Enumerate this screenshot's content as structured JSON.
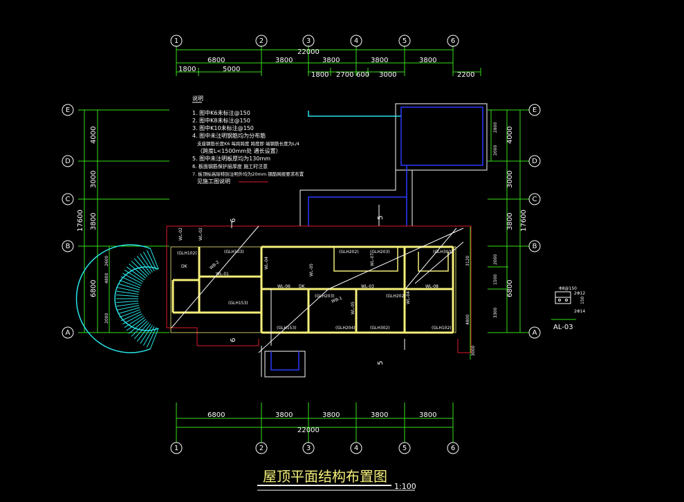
{
  "title": "屋顶平面结构布置图",
  "scale": "1:100",
  "axes": {
    "columns": [
      "1",
      "2",
      "3",
      "4",
      "5",
      "6"
    ],
    "rows": [
      "E",
      "D",
      "C",
      "B",
      "A"
    ]
  },
  "dims": {
    "top_total": "22000",
    "bottom_total": "22000",
    "bays": [
      "6800",
      "3800",
      "3800",
      "3800",
      "3800"
    ],
    "top_sub": [
      "1800",
      "5000",
      "1800",
      "2700",
      "600",
      "3000",
      "2200"
    ],
    "left_total": "17600",
    "left_rows": [
      "4000",
      "3000",
      "3800",
      "6800"
    ],
    "left_sub": [
      "2600",
      "4800",
      "2000"
    ],
    "right_total": "17600",
    "right_rows": [
      "4000",
      "3000",
      "3800",
      "6800"
    ],
    "right_sub": [
      "2000",
      "1500",
      "3300"
    ],
    "right_top": [
      "2800",
      "2000"
    ],
    "right_mid": "3120",
    "right_low": [
      "4800",
      "3000"
    ]
  },
  "notes": {
    "heading": "说明",
    "lines": [
      "1. 图中K6未标注@150",
      "2. 图中K8未标注@150",
      "3. 图中K10未标注@150",
      "4. 图中未注明钢筋均为分布筋",
      "支座钢筋长度K6 每跨跨度 跨度即 端钢筋长度为L/4",
      "（跨度L<1500mm处 通长设置）",
      "5. 图中未注明板厚均为130mm",
      "6. 板面钢筋保护层厚度 施工时注意",
      "7. 板顶标高除特别注明外均为20mm 钢筋网按要求布置",
      "见施工图说明"
    ]
  },
  "labels": {
    "dk1": "DK",
    "dk2": "DK",
    "wb": "WB-2",
    "wb2": "WB-1",
    "wl01": "WL-01",
    "wl02": "WL-02",
    "wl03": "WL-03",
    "wl04": "WL-04",
    "wl05": "WL-05",
    "wl06": "WL-06",
    "wl07": "WL-07",
    "wl08": "WL-08",
    "section5a": "5",
    "section5b": "5",
    "section6a": "6",
    "section6b": "6",
    "beams": [
      "(GLH102)",
      "(GLH103)",
      "(GLH153)",
      "(GLH202)",
      "(GLH203)",
      "(GLH204)",
      "(GLH302)",
      "(GLH303)"
    ],
    "detail": "AL-03",
    "detail_top": "Φ8@150",
    "detail_s1": "2Φ12",
    "detail_s2": "2Φ14",
    "detail_s3": "150"
  }
}
